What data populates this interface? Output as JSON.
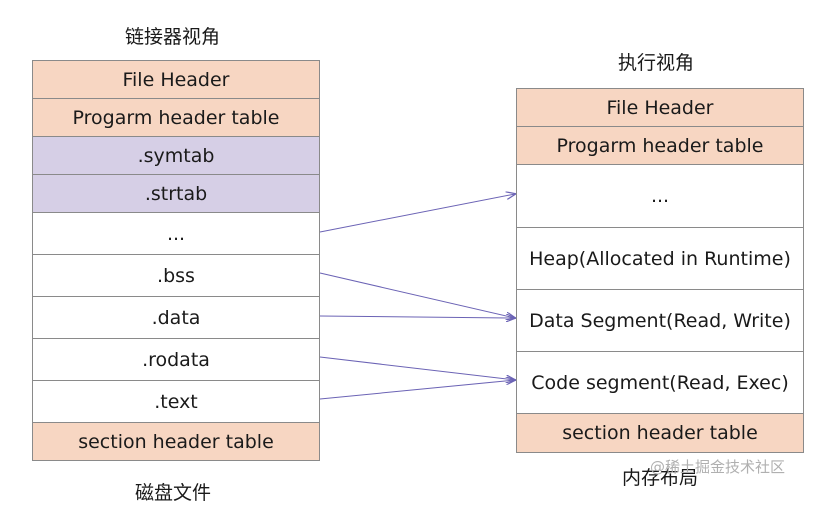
{
  "left": {
    "title": "链接器视角",
    "cells": [
      {
        "label": "File Header",
        "fill": "#f7d6c2"
      },
      {
        "label": "Progarm header table",
        "fill": "#f7d6c2"
      },
      {
        "label": ".symtab",
        "fill": "#d6cfe6"
      },
      {
        "label": ".strtab",
        "fill": "#d6cfe6"
      },
      {
        "label": "...",
        "fill": "#ffffff"
      },
      {
        "label": ".bss",
        "fill": "#ffffff"
      },
      {
        "label": ".data",
        "fill": "#ffffff"
      },
      {
        "label": ".rodata",
        "fill": "#ffffff"
      },
      {
        "label": ".text",
        "fill": "#ffffff"
      },
      {
        "label": "section header table",
        "fill": "#f7d6c2"
      }
    ],
    "caption": "磁盘文件"
  },
  "right": {
    "title": "执行视角",
    "cells": [
      {
        "label": "File Header",
        "fill": "#f7d6c2"
      },
      {
        "label": "Progarm header table",
        "fill": "#f7d6c2"
      },
      {
        "label": "...",
        "fill": "#ffffff"
      },
      {
        "label": "Heap(Allocated in Runtime)",
        "fill": "#ffffff"
      },
      {
        "label": "Data Segment(Read, Write)",
        "fill": "#ffffff"
      },
      {
        "label": "Code segment(Read, Exec)",
        "fill": "#ffffff"
      },
      {
        "label": "section header table",
        "fill": "#f7d6c2"
      }
    ],
    "caption": "内存布局"
  },
  "watermark": "@稀土掘金技术社区",
  "arrow_color": "#6b63b5"
}
